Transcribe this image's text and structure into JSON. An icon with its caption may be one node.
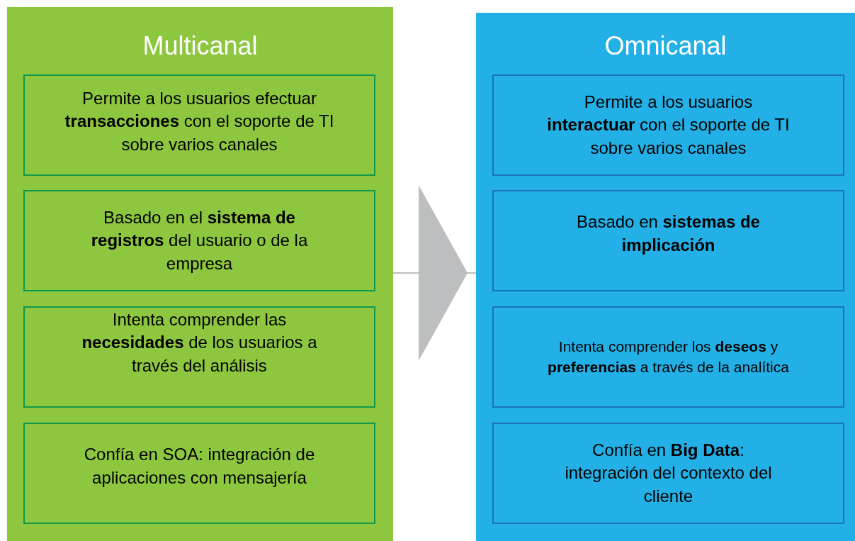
{
  "diagram": {
    "nodes": [
      {
        "text": [
          "Multicanal"
        ]
      },
      {
        "text": [
          "Permite a los usuarios efectuar **transacciones** con el soporte de TI sobre varios canales"
        ],
        "in": 0
      },
      {
        "text": [
          "Basado en el **sistema de registros** del usuario o de la empresa"
        ],
        "in": 0
      },
      {
        "text": [
          "Intenta comprender las **necesidades** de los usuarios a través del análisis"
        ],
        "in": 0
      },
      {
        "text": [
          "Confía en SOA: integración de aplicaciones con mensajería"
        ],
        "in": 0
      },
      {
        "text": [
          "Omnicanal"
        ]
      },
      {
        "text": [
          "Permite a los usuarios **interactuar** con el soporte de TI sobre varios canales"
        ],
        "in": 5
      },
      {
        "text": [
          "Basado en **sistemas de implicación**"
        ],
        "in": 5
      },
      {
        "text": [
          "Intenta comprender los **deseos** y **preferencias** a través de la analítica"
        ],
        "in": 5
      },
      {
        "text": [
          "Confía en **Big Data**: integración del contexto del cliente"
        ],
        "in": 5
      }
    ],
    "edges": [
      {
        "from": 0,
        "to": 5,
        "arrow": "to"
      }
    ]
  }
}
